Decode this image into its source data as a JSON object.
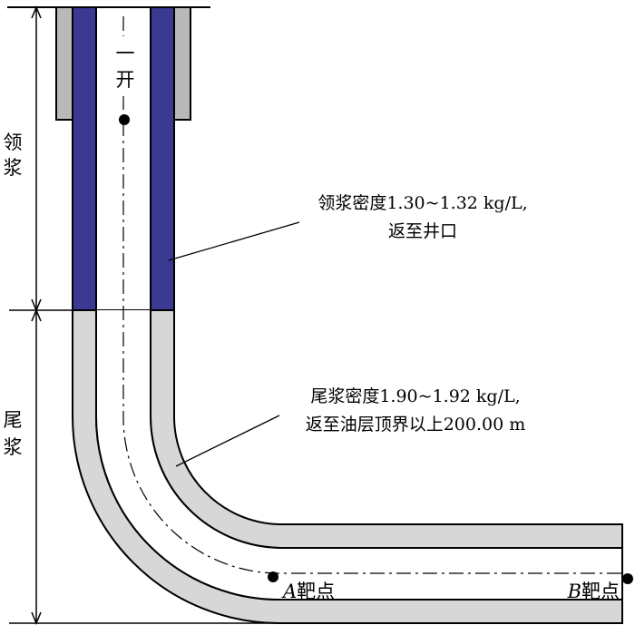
{
  "diagram": {
    "first_spud": [
      "一",
      "开"
    ],
    "lead_side_label": [
      "领",
      "浆"
    ],
    "tail_side_label": [
      "尾",
      "浆"
    ],
    "lead_note": {
      "line1": "领浆密度1.30~1.32 kg/L,",
      "line2": "返至井口"
    },
    "tail_note": {
      "line1": "尾浆密度1.90~1.92 kg/L,",
      "line2": "返至油层顶界以上200.00 m"
    },
    "target_a": {
      "letter": "A",
      "suffix": "靶点"
    },
    "target_b": {
      "letter": "B",
      "suffix": "靶点"
    }
  },
  "colors": {
    "lead_slurry": "#3a3a92",
    "tail_slurry": "#d7d7d7",
    "surface_casing": "#b9b9b9",
    "outline": "#000000"
  }
}
